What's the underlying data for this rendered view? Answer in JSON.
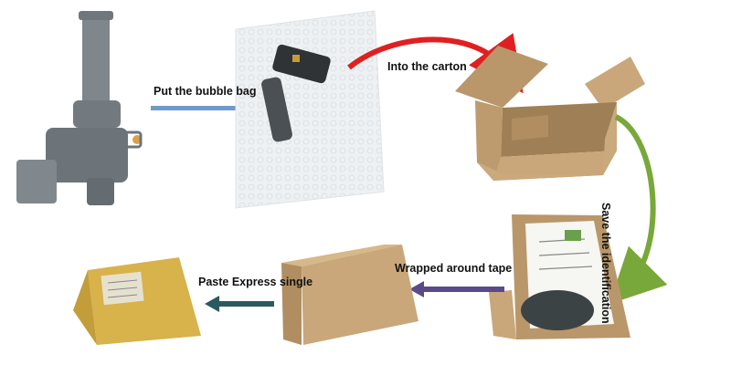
{
  "steps": {
    "bubble_bag": "Put the bubble bag",
    "into_carton": "Into the carton",
    "save_identification": "Save the identification",
    "wrapped_tape": "Wrapped around tape",
    "paste_express": "Paste Express single"
  },
  "colors": {
    "arrow_blue": "#6f9bcc",
    "arrow_red": "#e02020",
    "arrow_green": "#78a83a",
    "arrow_purple": "#5b4a8a",
    "arrow_teal": "#2b5a5e",
    "cardboard": "#c9a77a",
    "cardboard_dark": "#a8875c",
    "tape": "#d8b24a"
  },
  "icons": {
    "ignition_coil": "ignition-coil-icon",
    "bubble_bag": "bubble-bag-icon",
    "open_carton": "open-carton-icon",
    "carton_with_label": "carton-with-label-icon",
    "closed_carton": "closed-carton-icon",
    "taped_parcel": "taped-parcel-icon"
  }
}
